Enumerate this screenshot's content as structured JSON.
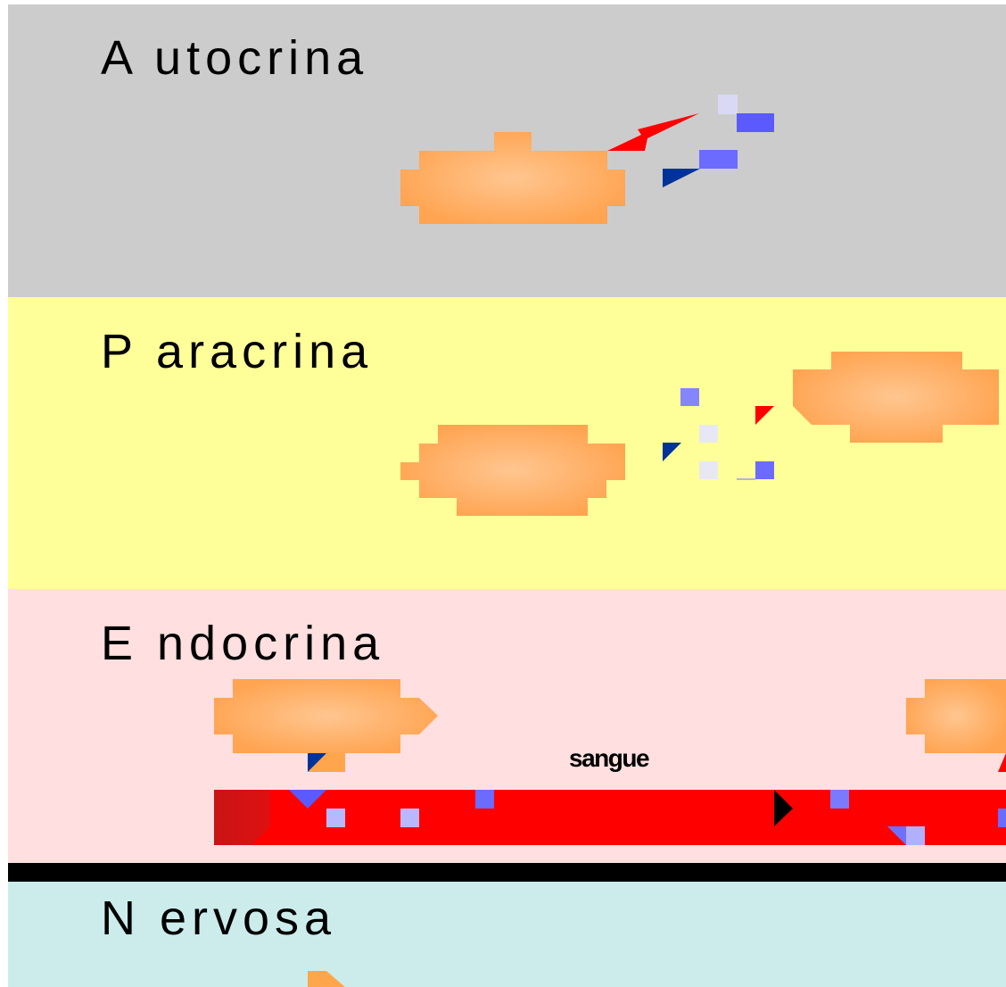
{
  "panels": {
    "autocrine": {
      "title": "A utocrina",
      "color": "#cccccc"
    },
    "paracrine": {
      "title": "P aracrina",
      "color": "#ffff99"
    },
    "endocrine": {
      "title": "E ndocrina",
      "color": "#ffdfdf",
      "vessel_label": "sangue"
    },
    "nervous": {
      "title": "N ervosa",
      "color": "#ccecec"
    }
  },
  "colors": {
    "cell_edge": "#ffa64d",
    "cell_center": "#ffc48c",
    "signal_red": "#ff0000",
    "receptor_blue": "#003399",
    "molecule_blue": "#6b6bff",
    "molecule_light": "#b0b0ff",
    "molecule_pale": "#e6e6f5",
    "blood": "#ff0000",
    "blood_dark": "#d01010"
  }
}
